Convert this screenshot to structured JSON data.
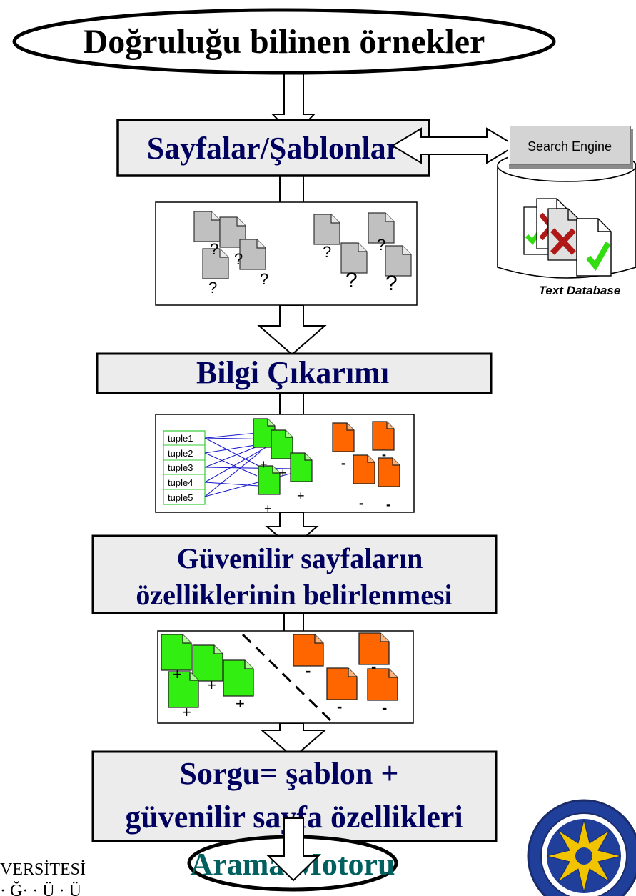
{
  "top_ellipse": {
    "label": "Doğruluğu bilinen örnekler"
  },
  "box_pages": {
    "label": "Sayfalar/Şablonlar"
  },
  "search_engine": {
    "label": "Search Engine"
  },
  "text_database": {
    "label": "Text Database"
  },
  "unknown_docs": {
    "marks": [
      "?",
      "?",
      "?",
      "?",
      "?",
      "?",
      "?",
      "?"
    ]
  },
  "box_extraction": {
    "label": "Bilgi Çıkarımı"
  },
  "tuples": [
    "tuple1",
    "tuple2",
    "tuple3",
    "tuple4",
    "tuple5"
  ],
  "plus_mark": "+",
  "minus_mark": "-",
  "box_features": {
    "line1": "Güvenilir sayfaların",
    "line2": "özelliklerinin belirlenmesi"
  },
  "box_query": {
    "line1": "Sorgu= şablon +",
    "line2": "güvenilir sayfa özellikleri"
  },
  "bottom_ellipse": {
    "label": "Arama Motoru"
  },
  "footer_left": {
    "line1": "VERSİTESİ"
  },
  "colors": {
    "title_navy": "#00005e",
    "box_fill": "#ececec",
    "doc_gray": "#c0c0c0",
    "doc_green": "#33ee11",
    "doc_orange": "#ff6600",
    "tuple_green": "#33cc33",
    "link_blue": "#1a1acc"
  },
  "icons": [
    "document-icon",
    "database-cylinder-icon",
    "check-icon",
    "cross-icon",
    "university-seal-icon"
  ]
}
